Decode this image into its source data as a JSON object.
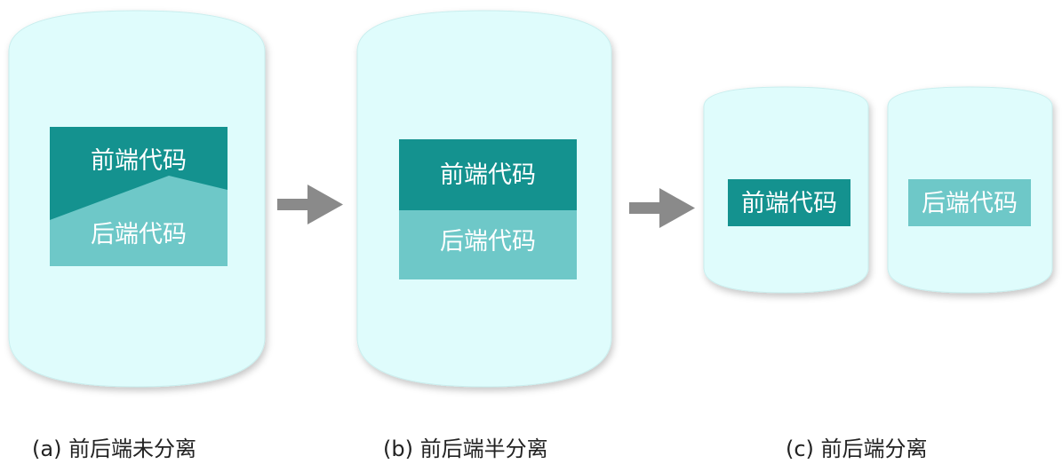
{
  "colors": {
    "cylinder_fill": "#dffcfc",
    "cylinder_edge": "#c9eeee",
    "frontend_box": "#14928f",
    "backend_box": "#6ec8c8",
    "arrow": "#8a8a8a",
    "text_on_box": "#ffffff"
  },
  "stage_a": {
    "frontend_label": "前端代码",
    "backend_label": "后端代码",
    "caption": "(a) 前后端未分离"
  },
  "stage_b": {
    "frontend_label": "前端代码",
    "backend_label": "后端代码",
    "caption": "(b) 前后端半分离"
  },
  "stage_c": {
    "frontend_label": "前端代码",
    "backend_label": "后端代码",
    "caption": "(c) 前后端分离"
  },
  "icons": [
    "arrow-right-icon",
    "arrow-right-icon"
  ]
}
